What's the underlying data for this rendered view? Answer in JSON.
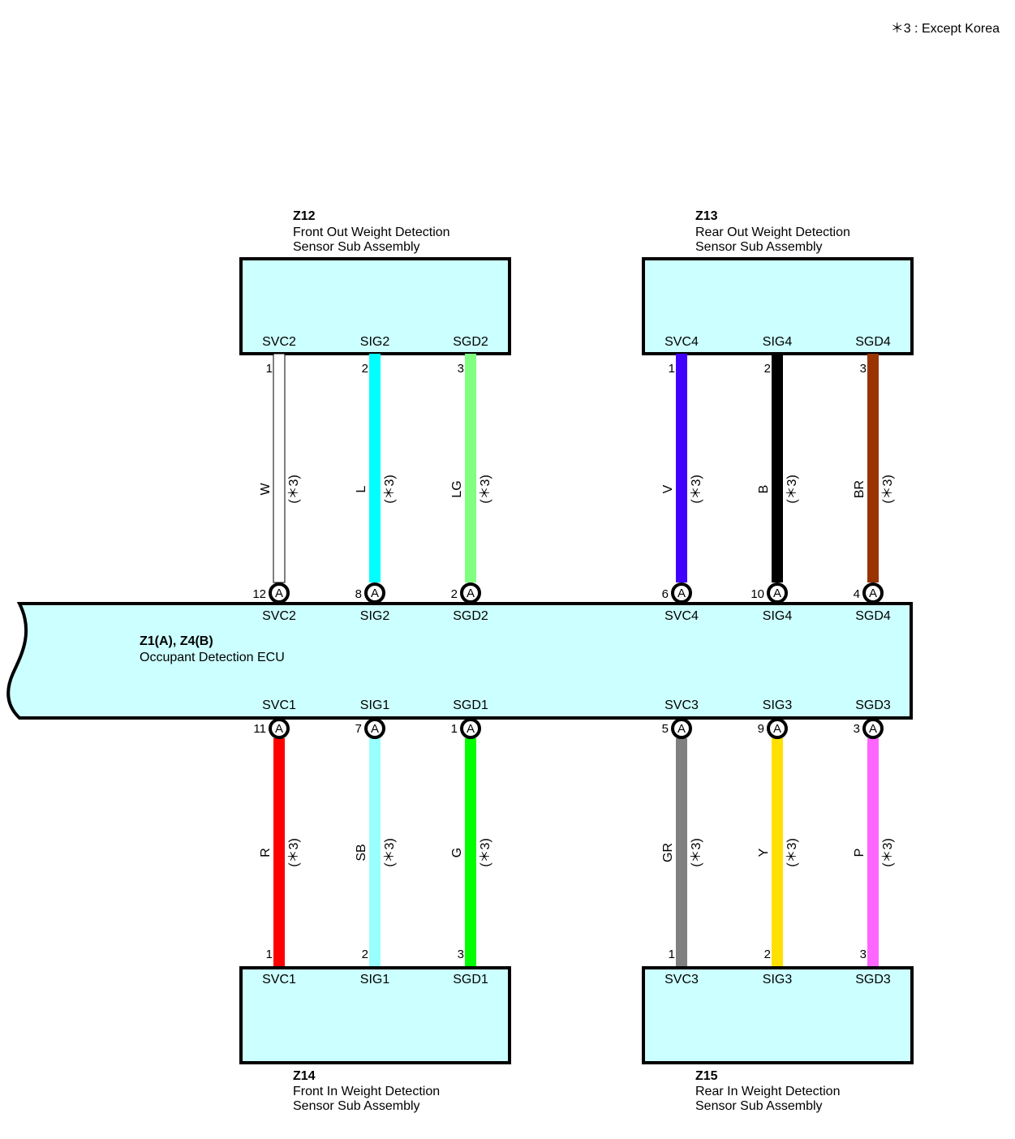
{
  "footnote": "＊3 : Except Korea",
  "ecu": {
    "code": "Z1(A), Z4(B)",
    "name": "Occupant Detection ECU",
    "top_terminals": [
      "SVC2",
      "SIG2",
      "SGD2",
      "SVC4",
      "SIG4",
      "SGD4"
    ],
    "bottom_terminals": [
      "SVC1",
      "SIG1",
      "SGD1",
      "SVC3",
      "SIG3",
      "SGD3"
    ],
    "connector_letter": "A",
    "top_pins": [
      "12",
      "8",
      "2",
      "6",
      "10",
      "4"
    ],
    "bottom_pins": [
      "11",
      "7",
      "1",
      "5",
      "9",
      "3"
    ]
  },
  "components": {
    "z12": {
      "code": "Z12",
      "name_line1": "Front Out Weight Detection",
      "name_line2": "Sensor Sub Assembly",
      "terminals": [
        "SVC2",
        "SIG2",
        "SGD2"
      ],
      "pins": [
        "1",
        "2",
        "3"
      ]
    },
    "z13": {
      "code": "Z13",
      "name_line1": "Rear Out Weight Detection",
      "name_line2": "Sensor Sub Assembly",
      "terminals": [
        "SVC4",
        "SIG4",
        "SGD4"
      ],
      "pins": [
        "1",
        "2",
        "3"
      ]
    },
    "z14": {
      "code": "Z14",
      "name_line1": "Front In Weight Detection",
      "name_line2": "Sensor Sub Assembly",
      "terminals": [
        "SVC1",
        "SIG1",
        "SGD1"
      ],
      "pins": [
        "1",
        "2",
        "3"
      ]
    },
    "z15": {
      "code": "Z15",
      "name_line1": "Rear In Weight Detection",
      "name_line2": "Sensor Sub Assembly",
      "terminals": [
        "SVC3",
        "SIG3",
        "SGD3"
      ],
      "pins": [
        "1",
        "2",
        "3"
      ]
    }
  },
  "wires": {
    "note": "(＊3)",
    "top": [
      {
        "code": "W",
        "color": "#ffffff"
      },
      {
        "code": "L",
        "color": "#00ffff"
      },
      {
        "code": "LG",
        "color": "#80ff80"
      },
      {
        "code": "V",
        "color": "#4000ff"
      },
      {
        "code": "B",
        "color": "#000000"
      },
      {
        "code": "BR",
        "color": "#993300"
      }
    ],
    "bottom": [
      {
        "code": "R",
        "color": "#ff0000"
      },
      {
        "code": "SB",
        "color": "#99ffff"
      },
      {
        "code": "G",
        "color": "#00ff00"
      },
      {
        "code": "GR",
        "color": "#808080"
      },
      {
        "code": "Y",
        "color": "#ffe000"
      },
      {
        "code": "P",
        "color": "#ff66ff"
      }
    ]
  },
  "colors": {
    "box_fill": "#ccffff",
    "outline": "#000000"
  }
}
